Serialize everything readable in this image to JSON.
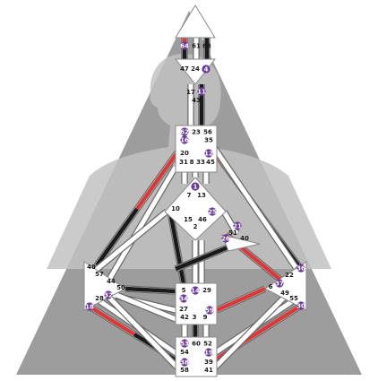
{
  "colors": {
    "background": "#ffffff",
    "triangle": "#9d9d9d",
    "figure": "#c2c2c2",
    "center_fill": "#ffffff",
    "center_stroke": "#8a8a8a",
    "channel_outline": "#6b6b6b",
    "active_black": "#1a1a1a",
    "active_red": "#d83a3a",
    "highlight_gate": "#6a3a98"
  },
  "centers": {
    "head": {
      "gates": [
        "64",
        "61",
        "63"
      ],
      "highlighted": [
        "64"
      ]
    },
    "ajna": {
      "gates": [
        "47",
        "24",
        "4"
      ],
      "highlighted": [
        "4"
      ]
    },
    "throat": {
      "gates": [
        "62",
        "23",
        "56",
        "16",
        "35",
        "20",
        "31",
        "8",
        "33",
        "45",
        "12",
        "17",
        "43",
        "11"
      ],
      "highlighted": [
        "62",
        "16",
        "12",
        "11"
      ]
    },
    "g_center": {
      "gates": [
        "1",
        "7",
        "13",
        "10",
        "15",
        "46",
        "2",
        "25"
      ],
      "highlighted": [
        "1",
        "25"
      ]
    },
    "heart": {
      "gates": [
        "21",
        "51",
        "26",
        "40"
      ],
      "highlighted": [
        "21",
        "26"
      ]
    },
    "spleen": {
      "gates": [
        "48",
        "57",
        "44",
        "50",
        "32",
        "28",
        "18"
      ],
      "highlighted": [
        "32",
        "18"
      ]
    },
    "sacral": {
      "gates": [
        "5",
        "14",
        "29",
        "34",
        "27",
        "59",
        "42",
        "3",
        "9"
      ],
      "highlighted": [
        "14",
        "34",
        "59"
      ]
    },
    "solar_plexus": {
      "gates": [
        "36",
        "6",
        "37",
        "22",
        "49",
        "55",
        "30"
      ],
      "highlighted": [
        "36",
        "37",
        "30"
      ]
    },
    "root": {
      "gates": [
        "53",
        "60",
        "52",
        "54",
        "19",
        "38",
        "39",
        "58",
        "41"
      ],
      "highlighted": [
        "53",
        "19",
        "38"
      ]
    }
  }
}
